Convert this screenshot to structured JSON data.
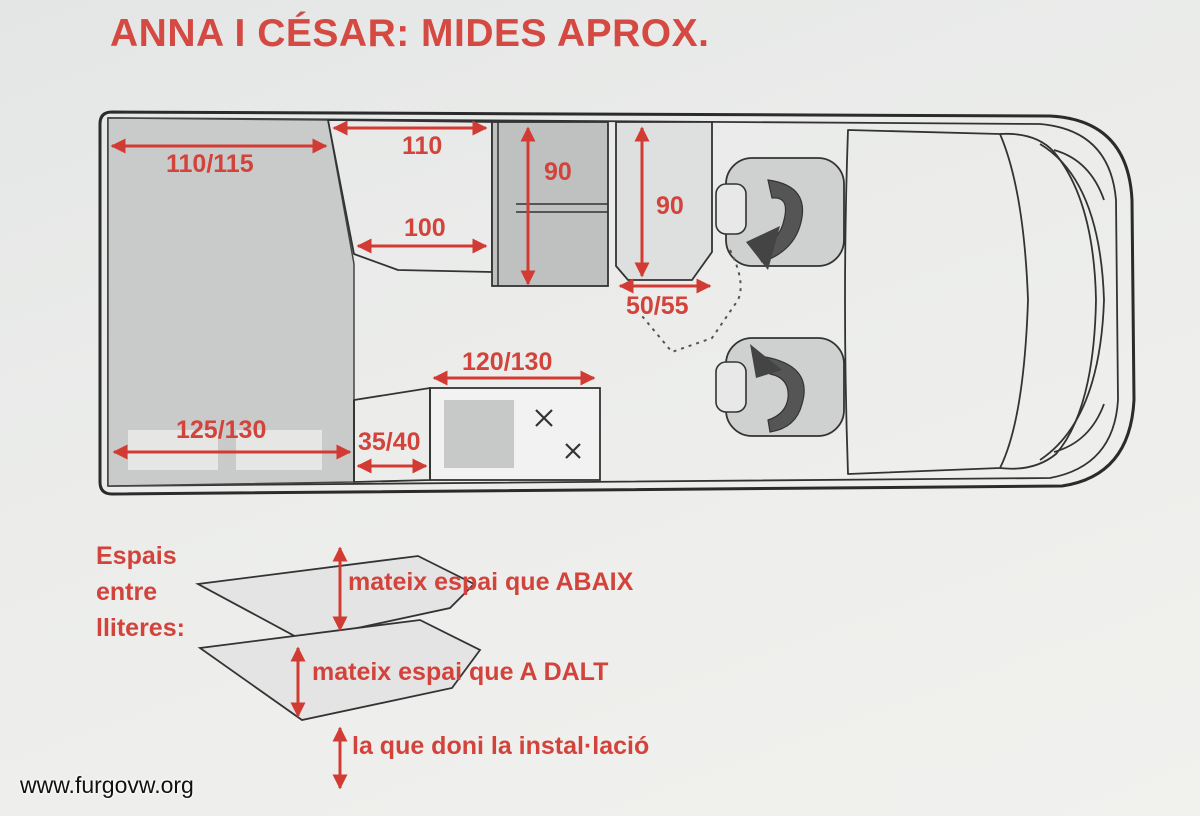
{
  "title": "ANNA I CÉSAR: MIDES APROX.",
  "dimensions": {
    "rear_bed_top": "110/115",
    "upper_bunk": "110",
    "lower_bunk": "100",
    "bench_depth_1": "90",
    "bench_depth_2": "90",
    "bench_gap": "50/55",
    "kitchen": "120/130",
    "rear_bed_bottom": "125/130",
    "cabinet": "35/40"
  },
  "legend": {
    "heading_line1": "Espais",
    "heading_line2": "entre",
    "heading_line3": "lliteres:",
    "upper_space": "mateix espai que ABAIX",
    "lower_space": "mateix espai que A DALT",
    "bottom_space": "la que doni la instal·lació"
  },
  "watermark": "www.furgovw.org",
  "colors": {
    "annotation_red": "#d2433b",
    "outline": "#2b2b2b"
  }
}
